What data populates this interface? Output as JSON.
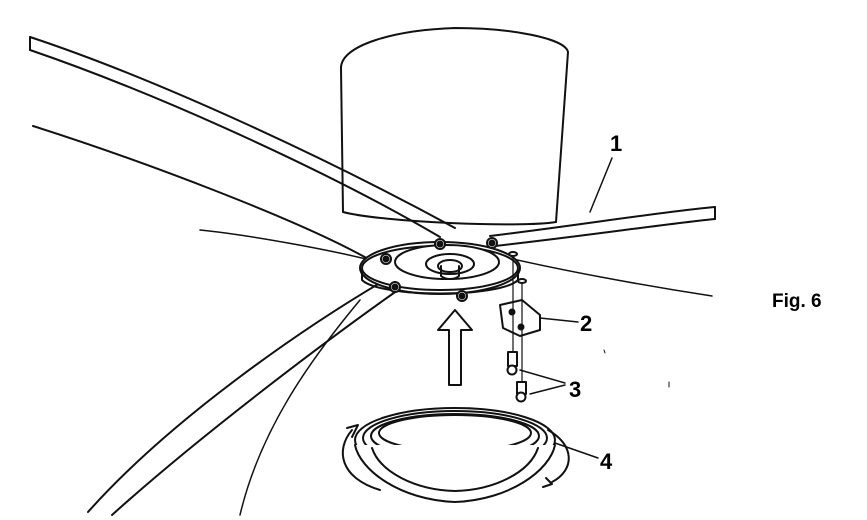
{
  "figure": {
    "label": "Fig. 6"
  },
  "callouts": {
    "c1": "1",
    "c2": "2",
    "c3": "3",
    "c4": "4"
  },
  "colors": {
    "line": "#111111",
    "background": "#ffffff"
  }
}
